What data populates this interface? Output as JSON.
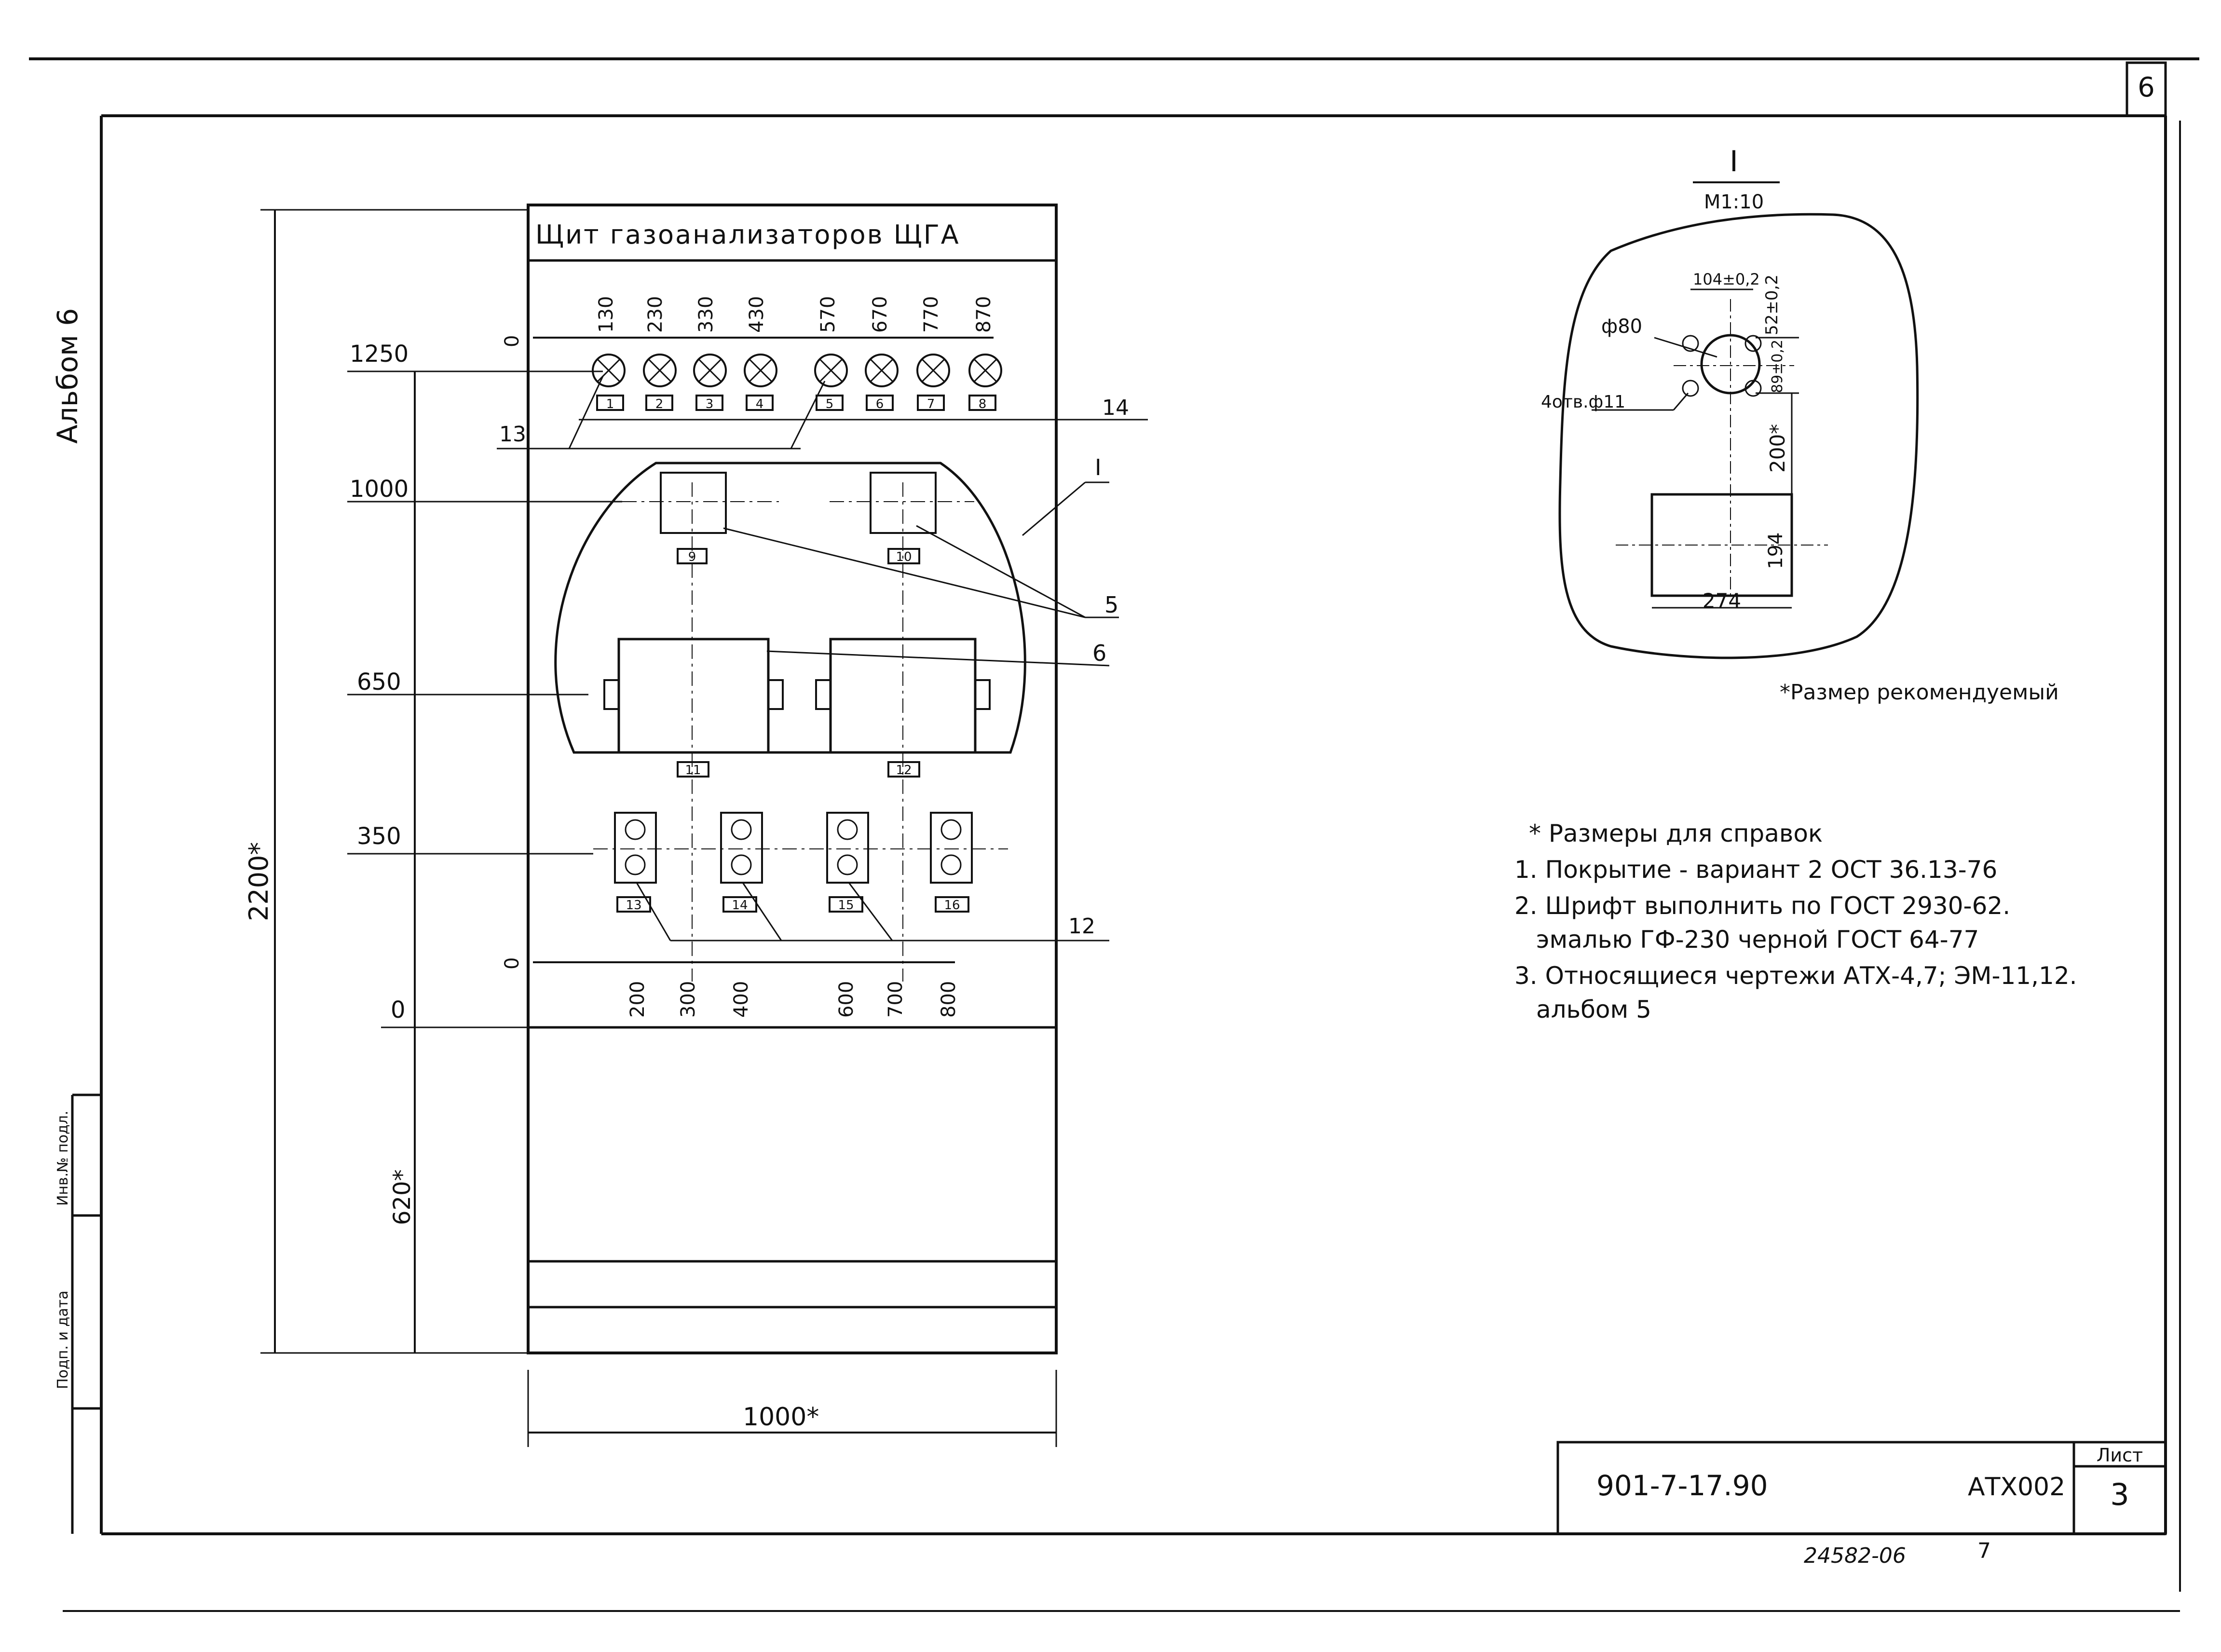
{
  "sheet": {
    "page_number": "6",
    "album_side": "Альбом 6",
    "side_stamp_1": "Инв.№ подл.",
    "side_stamp_2": "Подп. и дата"
  },
  "panel": {
    "title": "Щит газоанализаторов ЩГА",
    "top_zero": "0",
    "top_dims": [
      "130",
      "230",
      "330",
      "430",
      "570",
      "670",
      "770",
      "870"
    ],
    "lamp_labels": [
      "1",
      "2",
      "3",
      "4",
      "5",
      "6",
      "7",
      "8"
    ],
    "heights": {
      "h1250": "1250",
      "h1000": "1000",
      "h650": "650",
      "h350": "350",
      "h0": "0"
    },
    "total_height": "2200*",
    "base_height": "620*",
    "width": "1000*",
    "device_labels": [
      "9",
      "10",
      "11",
      "12"
    ],
    "bottom_labels": [
      "13",
      "14",
      "15",
      "16"
    ],
    "bottom_zero": "0",
    "bottom_dims": [
      "200",
      "300",
      "400",
      "600",
      "700",
      "800"
    ],
    "leaders": {
      "l13": "13",
      "l14": "14",
      "lI": "I",
      "l5": "5",
      "l6": "6",
      "l12": "12"
    }
  },
  "detail": {
    "title": "I",
    "scale": "М1:10",
    "dim_104": "104±0,2",
    "dim_52": "52±0,2",
    "phi80": "ф80",
    "holes": "4отв.ф11",
    "dim_89": "89±0,2",
    "dim_200": "200*",
    "dim_194": "194",
    "dim_274": "274",
    "recommended": "*Размер рекомендуемый"
  },
  "notes": {
    "n0": "* Размеры для справок",
    "n1": "1. Покрытие - вариант 2 ОСТ 36.13-76",
    "n2a": "2. Шрифт выполнить по ГОСТ 2930-62.",
    "n2b": "эмалью ГФ-230 черной ГОСТ 64-77",
    "n3a": "3. Относящиеся чертежи АТХ-4,7; ЭМ-11,12.",
    "n3b": "альбом 5"
  },
  "title_block": {
    "code": "901-7-17.90",
    "doc": "АТХ002",
    "sheet_label": "Лист",
    "sheet_num": "3",
    "bottom_id": "24582-06",
    "bottom_num": "7"
  }
}
